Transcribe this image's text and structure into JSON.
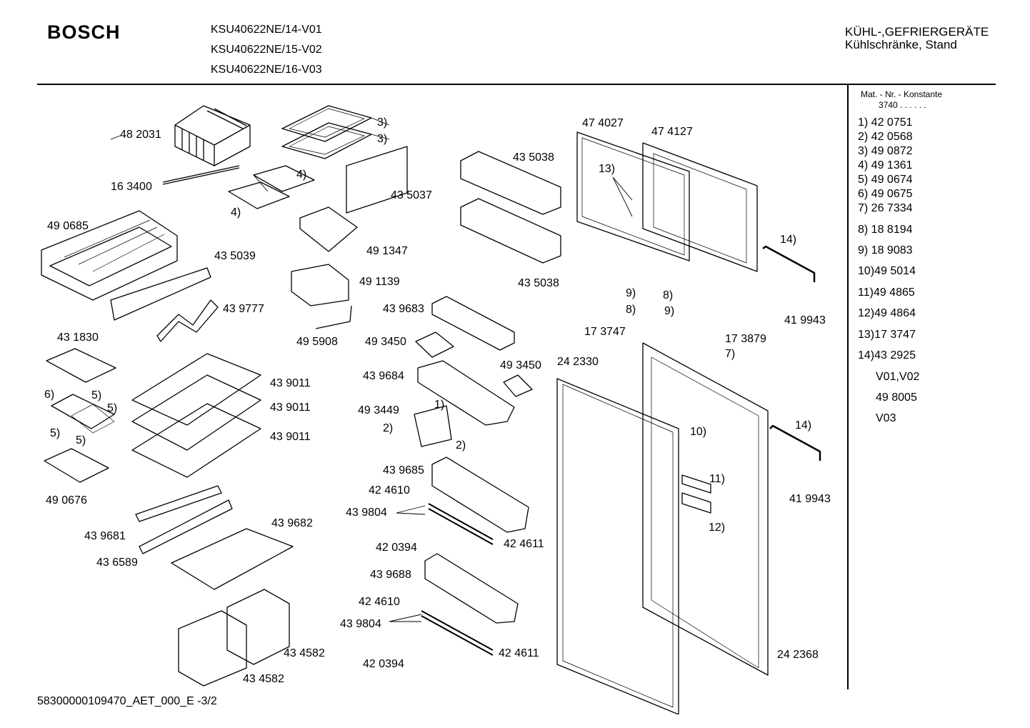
{
  "header": {
    "brand": "BOSCH",
    "models": [
      "KSU40622NE/14-V01",
      "KSU40622NE/15-V02",
      "KSU40622NE/16-V03"
    ],
    "category_line1": "KÜHL-,GEFRIERGERÄTE",
    "category_line2": "Kühlschränke, Stand"
  },
  "legend": {
    "title": "Mat. - Nr. - Konstante",
    "constant": "3740 . . . . . .",
    "items": [
      "1)  42 0751",
      "2)  42 0568",
      "3)  49 0872",
      "4)  49 1361",
      "5)  49 0674",
      "6)  49 0675",
      "7)  26 7334",
      "8)  18 8194",
      "9)  18 9083",
      "10)49 5014",
      "11)49 4865",
      "12)49 4864",
      "13)17 3747",
      "14)43 2925",
      "V01,V02",
      "49 8005",
      "V03"
    ]
  },
  "labels": {
    "p482031": "48 2031",
    "p163400": "16 3400",
    "p490685": "49 0685",
    "p435039": "43 5039",
    "p439777": "43 9777",
    "p431830": "43 1830",
    "p490676": "49 0676",
    "p439011a": "43 9011",
    "p439011b": "43 9011",
    "p439011c": "43 9011",
    "p439681": "43 9681",
    "p436589": "43 6589",
    "p439682": "43 9682",
    "p434582a": "43 4582",
    "p434582b": "43 4582",
    "p491347": "49 1347",
    "p491139": "49 1139",
    "p495908": "49 5908",
    "p435037": "43 5037",
    "p435038a": "43 5038",
    "p435038b": "43 5038",
    "p439683": "43 9683",
    "p493450a": "49 3450",
    "p493450b": "49 3450",
    "p439684": "43 9684",
    "p493449": "49 3449",
    "p439685": "43 9685",
    "p424610a": "42 4610",
    "p439804a": "43 9804",
    "p420394a": "42 0394",
    "p424611a": "42 4611",
    "p439688": "43 9688",
    "p424610b": "42 4610",
    "p439804b": "43 9804",
    "p420394b": "42 0394",
    "p424611b": "42 4611",
    "p474027": "47 4027",
    "p474127": "47 4127",
    "p173747": "17 3747",
    "p173879": "17 3879",
    "p242330": "24 2330",
    "p242368": "24 2368",
    "p419943a": "41 9943",
    "p419943b": "41 9943",
    "r3a": "3)",
    "r3b": "3)",
    "r4a": "4)",
    "r4b": "4)",
    "r13": "13)",
    "r14a": "14)",
    "r14b": "14)",
    "r9a": "9)",
    "r8a": "8)",
    "r8b": "8)",
    "r9b": "9)",
    "r7": "7)",
    "r10": "10)",
    "r11": "11)",
    "r12": "12)",
    "r6": "6)",
    "r5a": "5)",
    "r5b": "5)",
    "r5c": "5)",
    "r5d": "5)",
    "r1": "1)",
    "r2a": "2)",
    "r2b": "2)"
  },
  "footer": {
    "doc_id": "58300000109470_AET_000_E -3/2"
  }
}
